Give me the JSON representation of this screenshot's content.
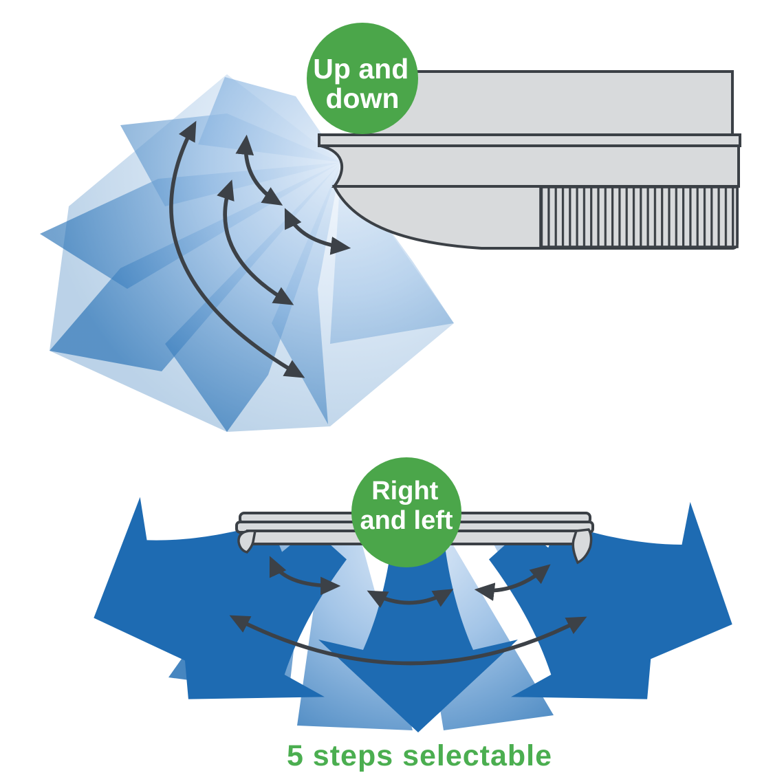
{
  "top_badge": {
    "line1": "Up and",
    "line2": "down"
  },
  "bottom_badge": {
    "line1": "Right",
    "line2": "and left"
  },
  "caption": "5 steps selectable",
  "colors": {
    "badge_green": "#4BA64A",
    "caption_green": "#4BAE50",
    "outline_dark": "#3B4046",
    "unit_gray": "#D8DADC",
    "blue_deep": "#1E6BB2",
    "blue_mid": "#8FB8E2",
    "blue_light": "#D9E7F7",
    "swing_arrow": "#3C4147"
  },
  "meaning": {
    "top_diagram": "Airflow louver swings up and down (side view of unit)",
    "bottom_diagram": "Airflow swings right and left (front view of unit)"
  }
}
